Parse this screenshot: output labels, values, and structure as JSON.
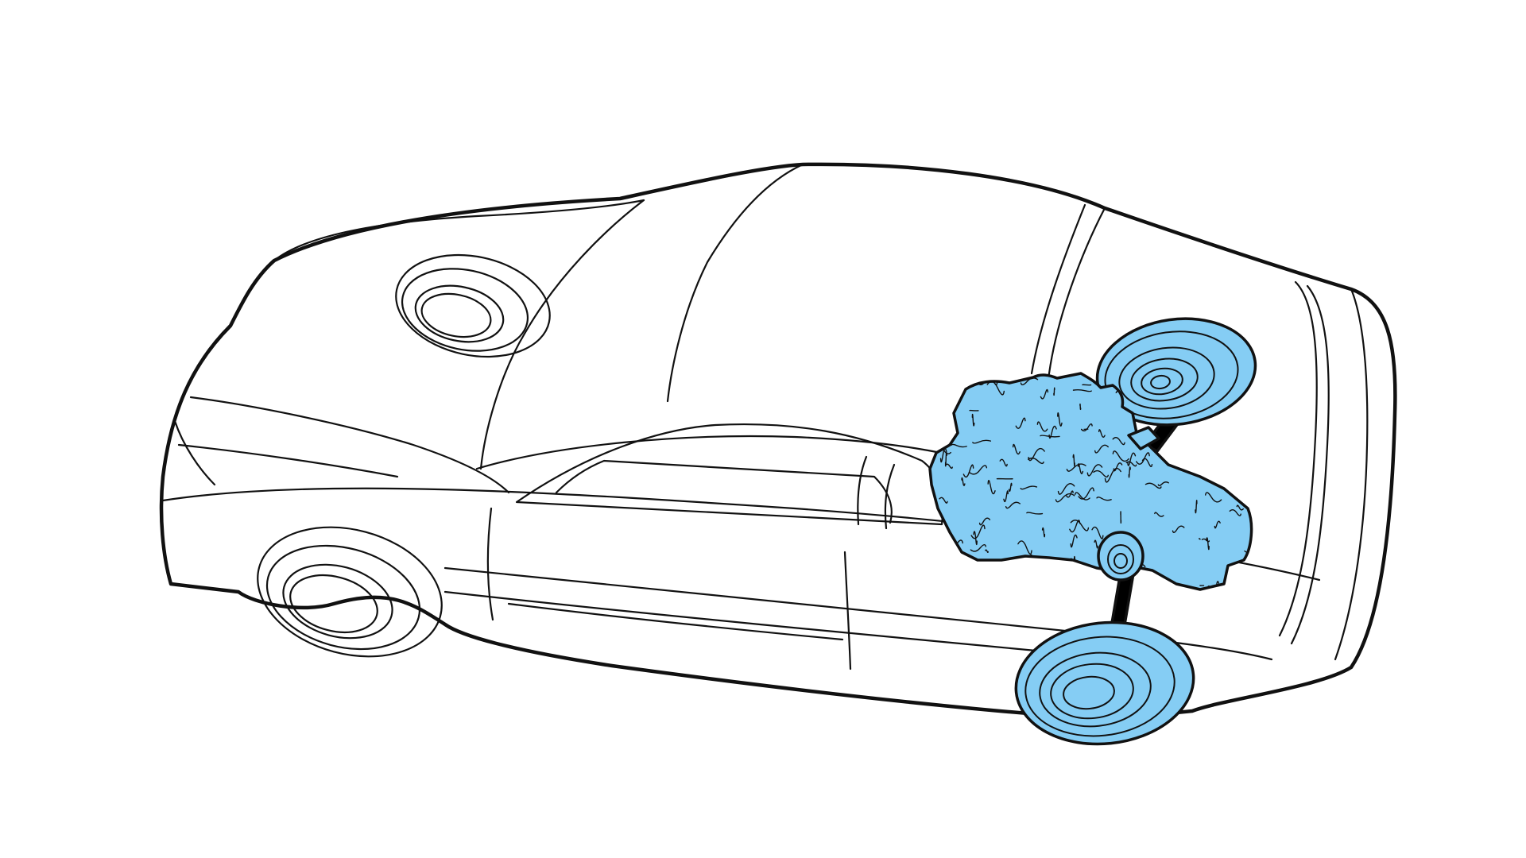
{
  "diagram": {
    "subject": "car-drivetrain-illustration",
    "highlighted_components": [
      "engine-transaxle",
      "rear-wheels",
      "drive-shafts"
    ],
    "colors": {
      "outline": "#111111",
      "background": "#ffffff",
      "highlight_fill": "#85cdf4"
    }
  }
}
